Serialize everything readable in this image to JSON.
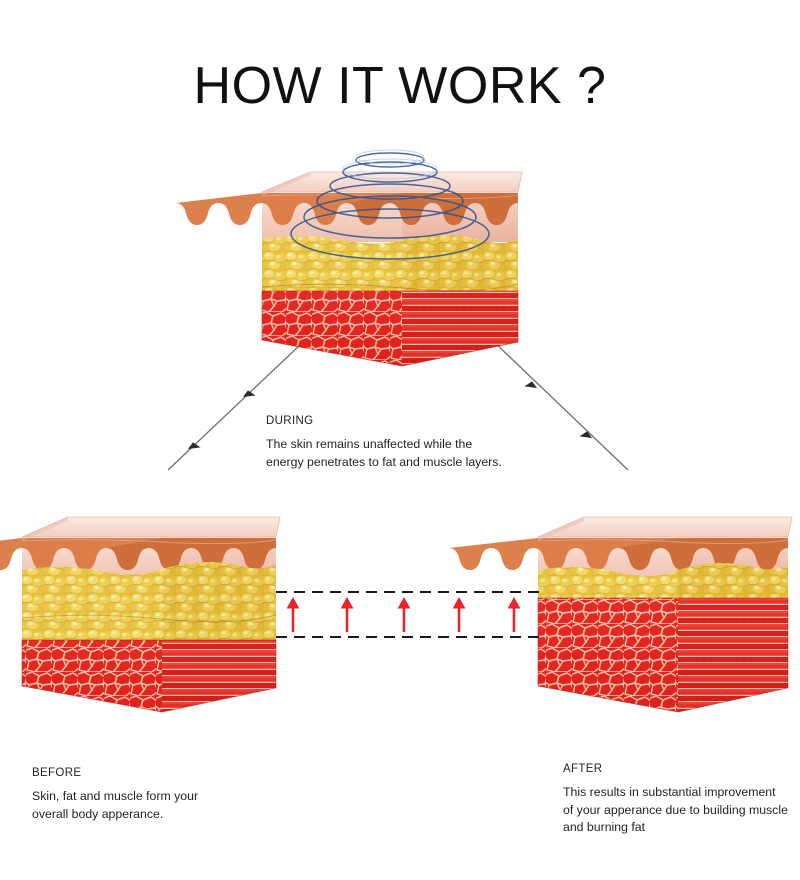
{
  "page": {
    "title": "HOW IT WORK ?",
    "background_color": "#ffffff"
  },
  "palette": {
    "title_text": "#111111",
    "body_text": "#231f20",
    "skin_light": "#f6d6cb",
    "skin_mid": "#f0bfb0",
    "epidermis": "#d9763f",
    "epidermis_dark": "#c2632f",
    "fat_light": "#f7df72",
    "fat_mid": "#e9c53f",
    "fat_dark": "#c99a1d",
    "muscle_light": "#ef3b33",
    "muscle_mid": "#e02020",
    "muscle_dark": "#c01818",
    "muscle_line": "#f8e3c8",
    "wave_blue": "#2b4f8e",
    "arrow_red": "#e8252a",
    "connector_gray": "#6e6e6e",
    "dashed_black": "#1a1a1a"
  },
  "diagram": {
    "during": {
      "heading": "DURING",
      "body": "The skin remains unaffected while the\nenergy penetrates to fat and muscle layers.",
      "block_label": "skin-fat-muscle-block-during",
      "energy_waves": 6,
      "fat_thickness": "thick",
      "muscle_thickness": "thin"
    },
    "before": {
      "heading": "BEFORE",
      "body": "Skin, fat and muscle form your\noverall body apperance.",
      "block_label": "skin-fat-muscle-block-before",
      "fat_thickness": "thick",
      "muscle_thickness": "thin"
    },
    "after": {
      "heading": "AFTER",
      "body": "This results in substantial improvement\nof your apperance due to building muscle\nand burning fat",
      "block_label": "skin-fat-muscle-block-after",
      "fat_thickness": "thin",
      "muscle_thickness": "thick"
    },
    "transition": {
      "arrow_count": 5,
      "arrow_direction": "up",
      "arrow_color": "#e8252a",
      "guide_lines": 2,
      "guide_style": "dashed"
    },
    "connectors": [
      {
        "name": "connector-during-to-before",
        "direction": "down-left",
        "arrowheads": 2
      },
      {
        "name": "connector-during-to-after",
        "direction": "down-right",
        "arrowheads": 2
      }
    ],
    "layers": [
      {
        "name": "skin",
        "color": "#f0bfb0"
      },
      {
        "name": "fat",
        "color": "#e9c53f"
      },
      {
        "name": "muscle",
        "color": "#e02020"
      }
    ]
  }
}
